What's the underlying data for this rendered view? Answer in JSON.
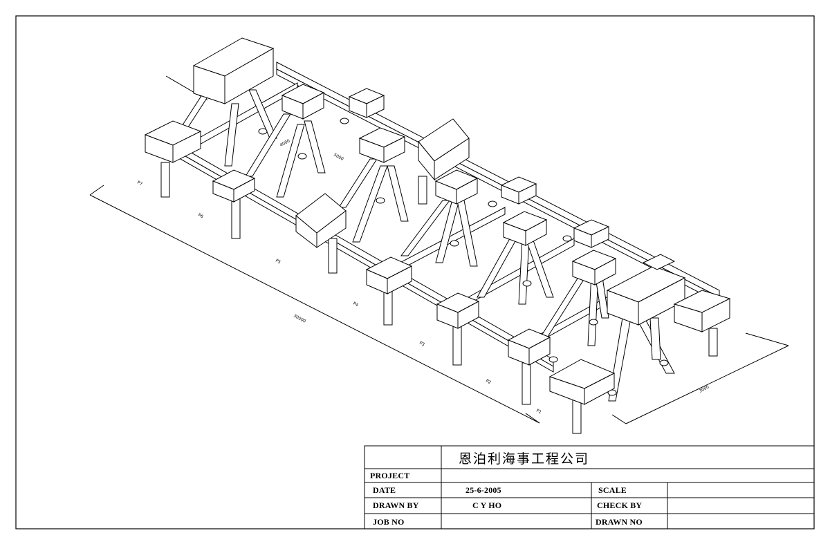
{
  "drawing": {
    "title": "Isometric pier / jetty structure",
    "pier_labels": [
      "P1",
      "P2",
      "P3",
      "P4",
      "P5",
      "P6",
      "P7"
    ],
    "dimension_labels": [
      "5000",
      "30000",
      "3000",
      "4000"
    ]
  },
  "title_block": {
    "company": "恩泊利海事工程公司",
    "project_label": "PROJECT",
    "project_value": "",
    "date_label": "DATE",
    "date_value": "25-6-2005",
    "scale_label": "SCALE",
    "scale_value": "",
    "drawn_by_label": "DRAWN BY",
    "drawn_by_value": "C Y HO",
    "check_by_label": "CHECK BY",
    "check_by_value": "",
    "job_no_label": "JOB NO",
    "job_no_value": "",
    "drawn_no_label": "DRAWN NO",
    "drawn_no_value": ""
  }
}
